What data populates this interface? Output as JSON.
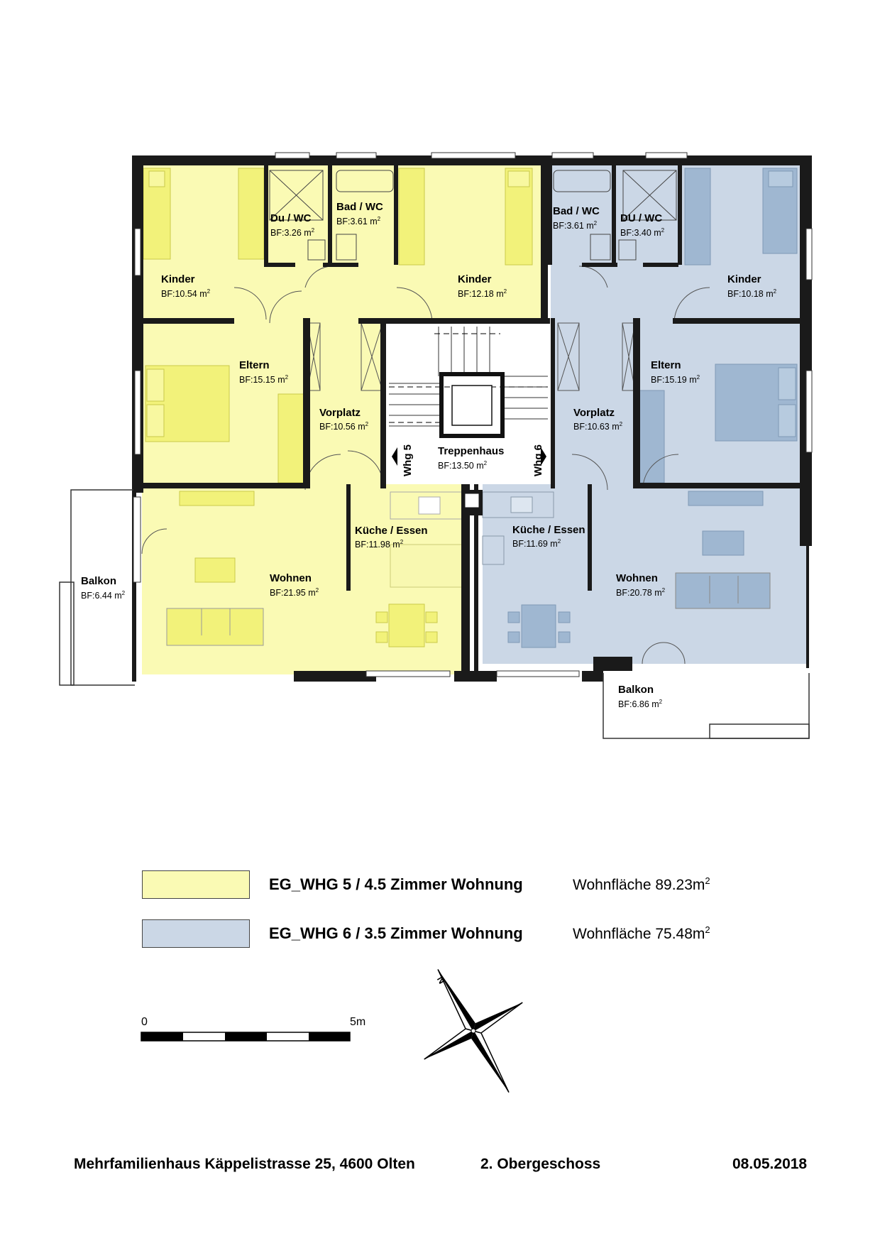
{
  "rooms": {
    "w5_kinder1": {
      "name": "Kinder",
      "area": "BF:10.54 m"
    },
    "w5_du": {
      "name": "Du / WC",
      "area": "BF:3.26 m"
    },
    "w5_bad": {
      "name": "Bad / WC",
      "area": "BF:3.61 m"
    },
    "w5_kinder2": {
      "name": "Kinder",
      "area": "BF:12.18 m"
    },
    "w5_eltern": {
      "name": "Eltern",
      "area": "BF:15.15 m"
    },
    "w5_vorplatz": {
      "name": "Vorplatz",
      "area": "BF:10.56 m"
    },
    "w5_kueche": {
      "name": "Küche / Essen",
      "area": "BF:11.98 m"
    },
    "w5_wohnen": {
      "name": "Wohnen",
      "area": "BF:21.95 m"
    },
    "w5_balkon": {
      "name": "Balkon",
      "area": "BF:6.44 m"
    },
    "treppenhaus": {
      "name": "Treppenhaus",
      "area": "BF:13.50 m"
    },
    "w6_bad": {
      "name": "Bad / WC",
      "area": "BF:3.61 m"
    },
    "w6_du": {
      "name": "DU / WC",
      "area": "BF:3.40 m"
    },
    "w6_kinder": {
      "name": "Kinder",
      "area": "BF:10.18 m"
    },
    "w6_eltern": {
      "name": "Eltern",
      "area": "BF:15.19 m"
    },
    "w6_vorplatz": {
      "name": "Vorplatz",
      "area": "BF:10.63 m"
    },
    "w6_kueche": {
      "name": "Küche / Essen",
      "area": "BF:11.69 m"
    },
    "w6_wohnen": {
      "name": "Wohnen",
      "area": "BF:20.78 m"
    },
    "w6_balkon": {
      "name": "Balkon",
      "area": "BF:6.86 m"
    }
  },
  "area_unit_sup": "2",
  "entrance_labels": {
    "left": "Whg 5",
    "right": "Whg 6"
  },
  "legend": [
    {
      "label": "EG_WHG 5 / 4.5 Zimmer Wohnung",
      "area": "Wohnfläche 89.23m",
      "color": "#fafab4"
    },
    {
      "label": "EG_WHG 6 / 3.5 Zimmer Wohnung",
      "area": "Wohnfläche 75.48m",
      "color": "#cbd7e6"
    }
  ],
  "scale": {
    "start": "0",
    "end": "5m"
  },
  "compass": {
    "letter": "N"
  },
  "footer": {
    "address": "Mehrfamilienhaus Käppelistrasse 25,  4600 Olten",
    "floor": "2. Obergeschoss",
    "date": "08.05.2018"
  },
  "colors": {
    "whg5": "#fafab4",
    "whg6": "#cbd7e6",
    "furniture5": "#f2f27a",
    "furniture6": "#9fb7d1",
    "wall": "#1a1a1a"
  }
}
